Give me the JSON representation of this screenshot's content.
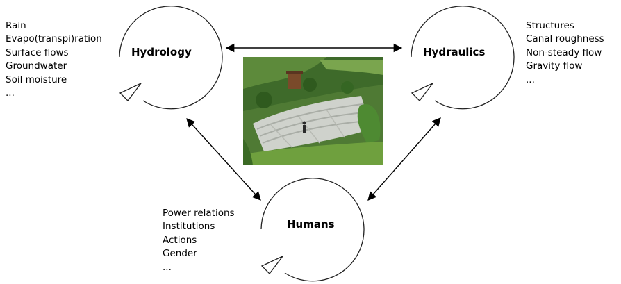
{
  "nodes": {
    "hydrology": {
      "title": "Hydrology",
      "items": [
        "Rain",
        "Evapo(transpi)ration",
        "Surface flows",
        "Groundwater",
        "Soil moisture",
        "..."
      ]
    },
    "hydraulics": {
      "title": "Hydraulics",
      "items": [
        "Structures",
        "Canal roughness",
        "Non-steady flow",
        "Gravity flow",
        "..."
      ]
    },
    "humans": {
      "title": "Humans",
      "items": [
        "Power relations",
        "Institutions",
        "Actions",
        "Gender",
        "..."
      ]
    }
  },
  "photo": {
    "subject": "terraced irrigated field with a person standing on a sloped plot"
  }
}
